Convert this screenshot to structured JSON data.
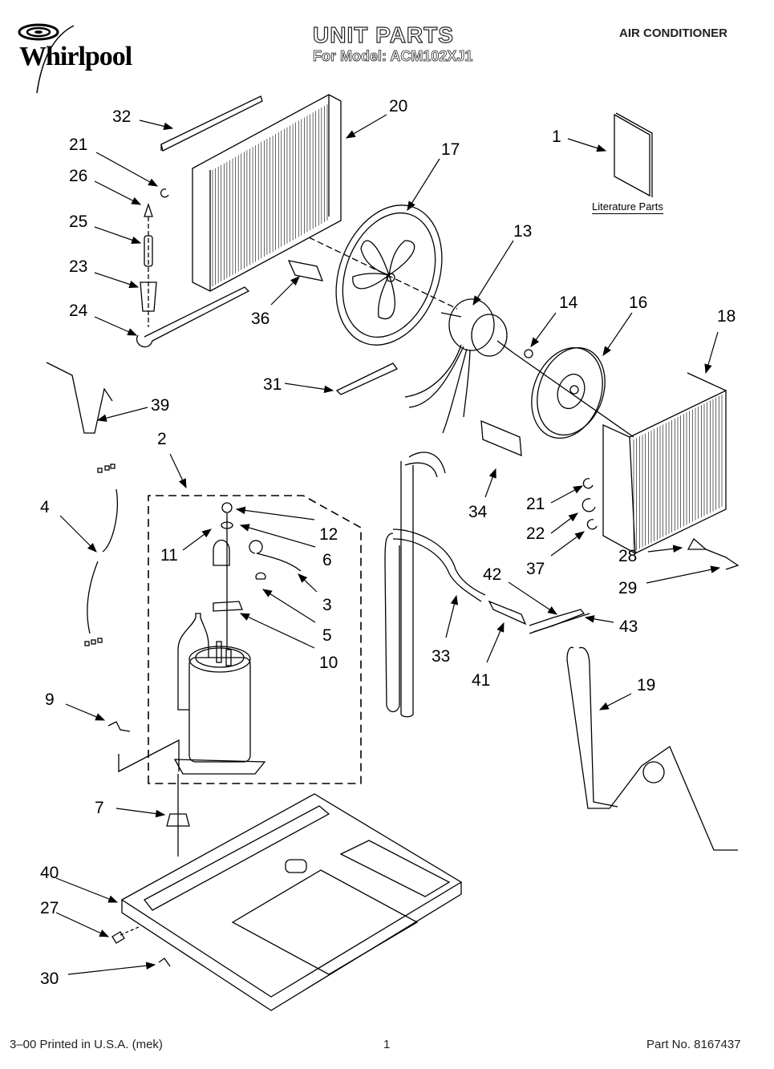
{
  "header": {
    "brand": "Whirlpool",
    "title": "UNIT PARTS",
    "subtitle": "For Model: ACM102XJ1",
    "category": "AIR CONDITIONER"
  },
  "literature_label": "Literature Parts",
  "callouts": [
    {
      "id": "1",
      "label": "1"
    },
    {
      "id": "2",
      "label": "2"
    },
    {
      "id": "3",
      "label": "3"
    },
    {
      "id": "4",
      "label": "4"
    },
    {
      "id": "5",
      "label": "5"
    },
    {
      "id": "6",
      "label": "6"
    },
    {
      "id": "7",
      "label": "7"
    },
    {
      "id": "9",
      "label": "9"
    },
    {
      "id": "10",
      "label": "10"
    },
    {
      "id": "11",
      "label": "11"
    },
    {
      "id": "12",
      "label": "12"
    },
    {
      "id": "13",
      "label": "13"
    },
    {
      "id": "14",
      "label": "14"
    },
    {
      "id": "16",
      "label": "16"
    },
    {
      "id": "17",
      "label": "17"
    },
    {
      "id": "18",
      "label": "18"
    },
    {
      "id": "19",
      "label": "19"
    },
    {
      "id": "20",
      "label": "20"
    },
    {
      "id": "21a",
      "label": "21"
    },
    {
      "id": "21b",
      "label": "21"
    },
    {
      "id": "22",
      "label": "22"
    },
    {
      "id": "23",
      "label": "23"
    },
    {
      "id": "24",
      "label": "24"
    },
    {
      "id": "25",
      "label": "25"
    },
    {
      "id": "26",
      "label": "26"
    },
    {
      "id": "27",
      "label": "27"
    },
    {
      "id": "28",
      "label": "28"
    },
    {
      "id": "29",
      "label": "29"
    },
    {
      "id": "30",
      "label": "30"
    },
    {
      "id": "31",
      "label": "31"
    },
    {
      "id": "32",
      "label": "32"
    },
    {
      "id": "33",
      "label": "33"
    },
    {
      "id": "34",
      "label": "34"
    },
    {
      "id": "36",
      "label": "36"
    },
    {
      "id": "37",
      "label": "37"
    },
    {
      "id": "39",
      "label": "39"
    },
    {
      "id": "40",
      "label": "40"
    },
    {
      "id": "41",
      "label": "41"
    },
    {
      "id": "42",
      "label": "42"
    },
    {
      "id": "43",
      "label": "43"
    }
  ],
  "footer": {
    "print_info": "3–00 Printed in U.S.A. (mek)",
    "page_number": "1",
    "part_number": "Part No. 8167437"
  }
}
